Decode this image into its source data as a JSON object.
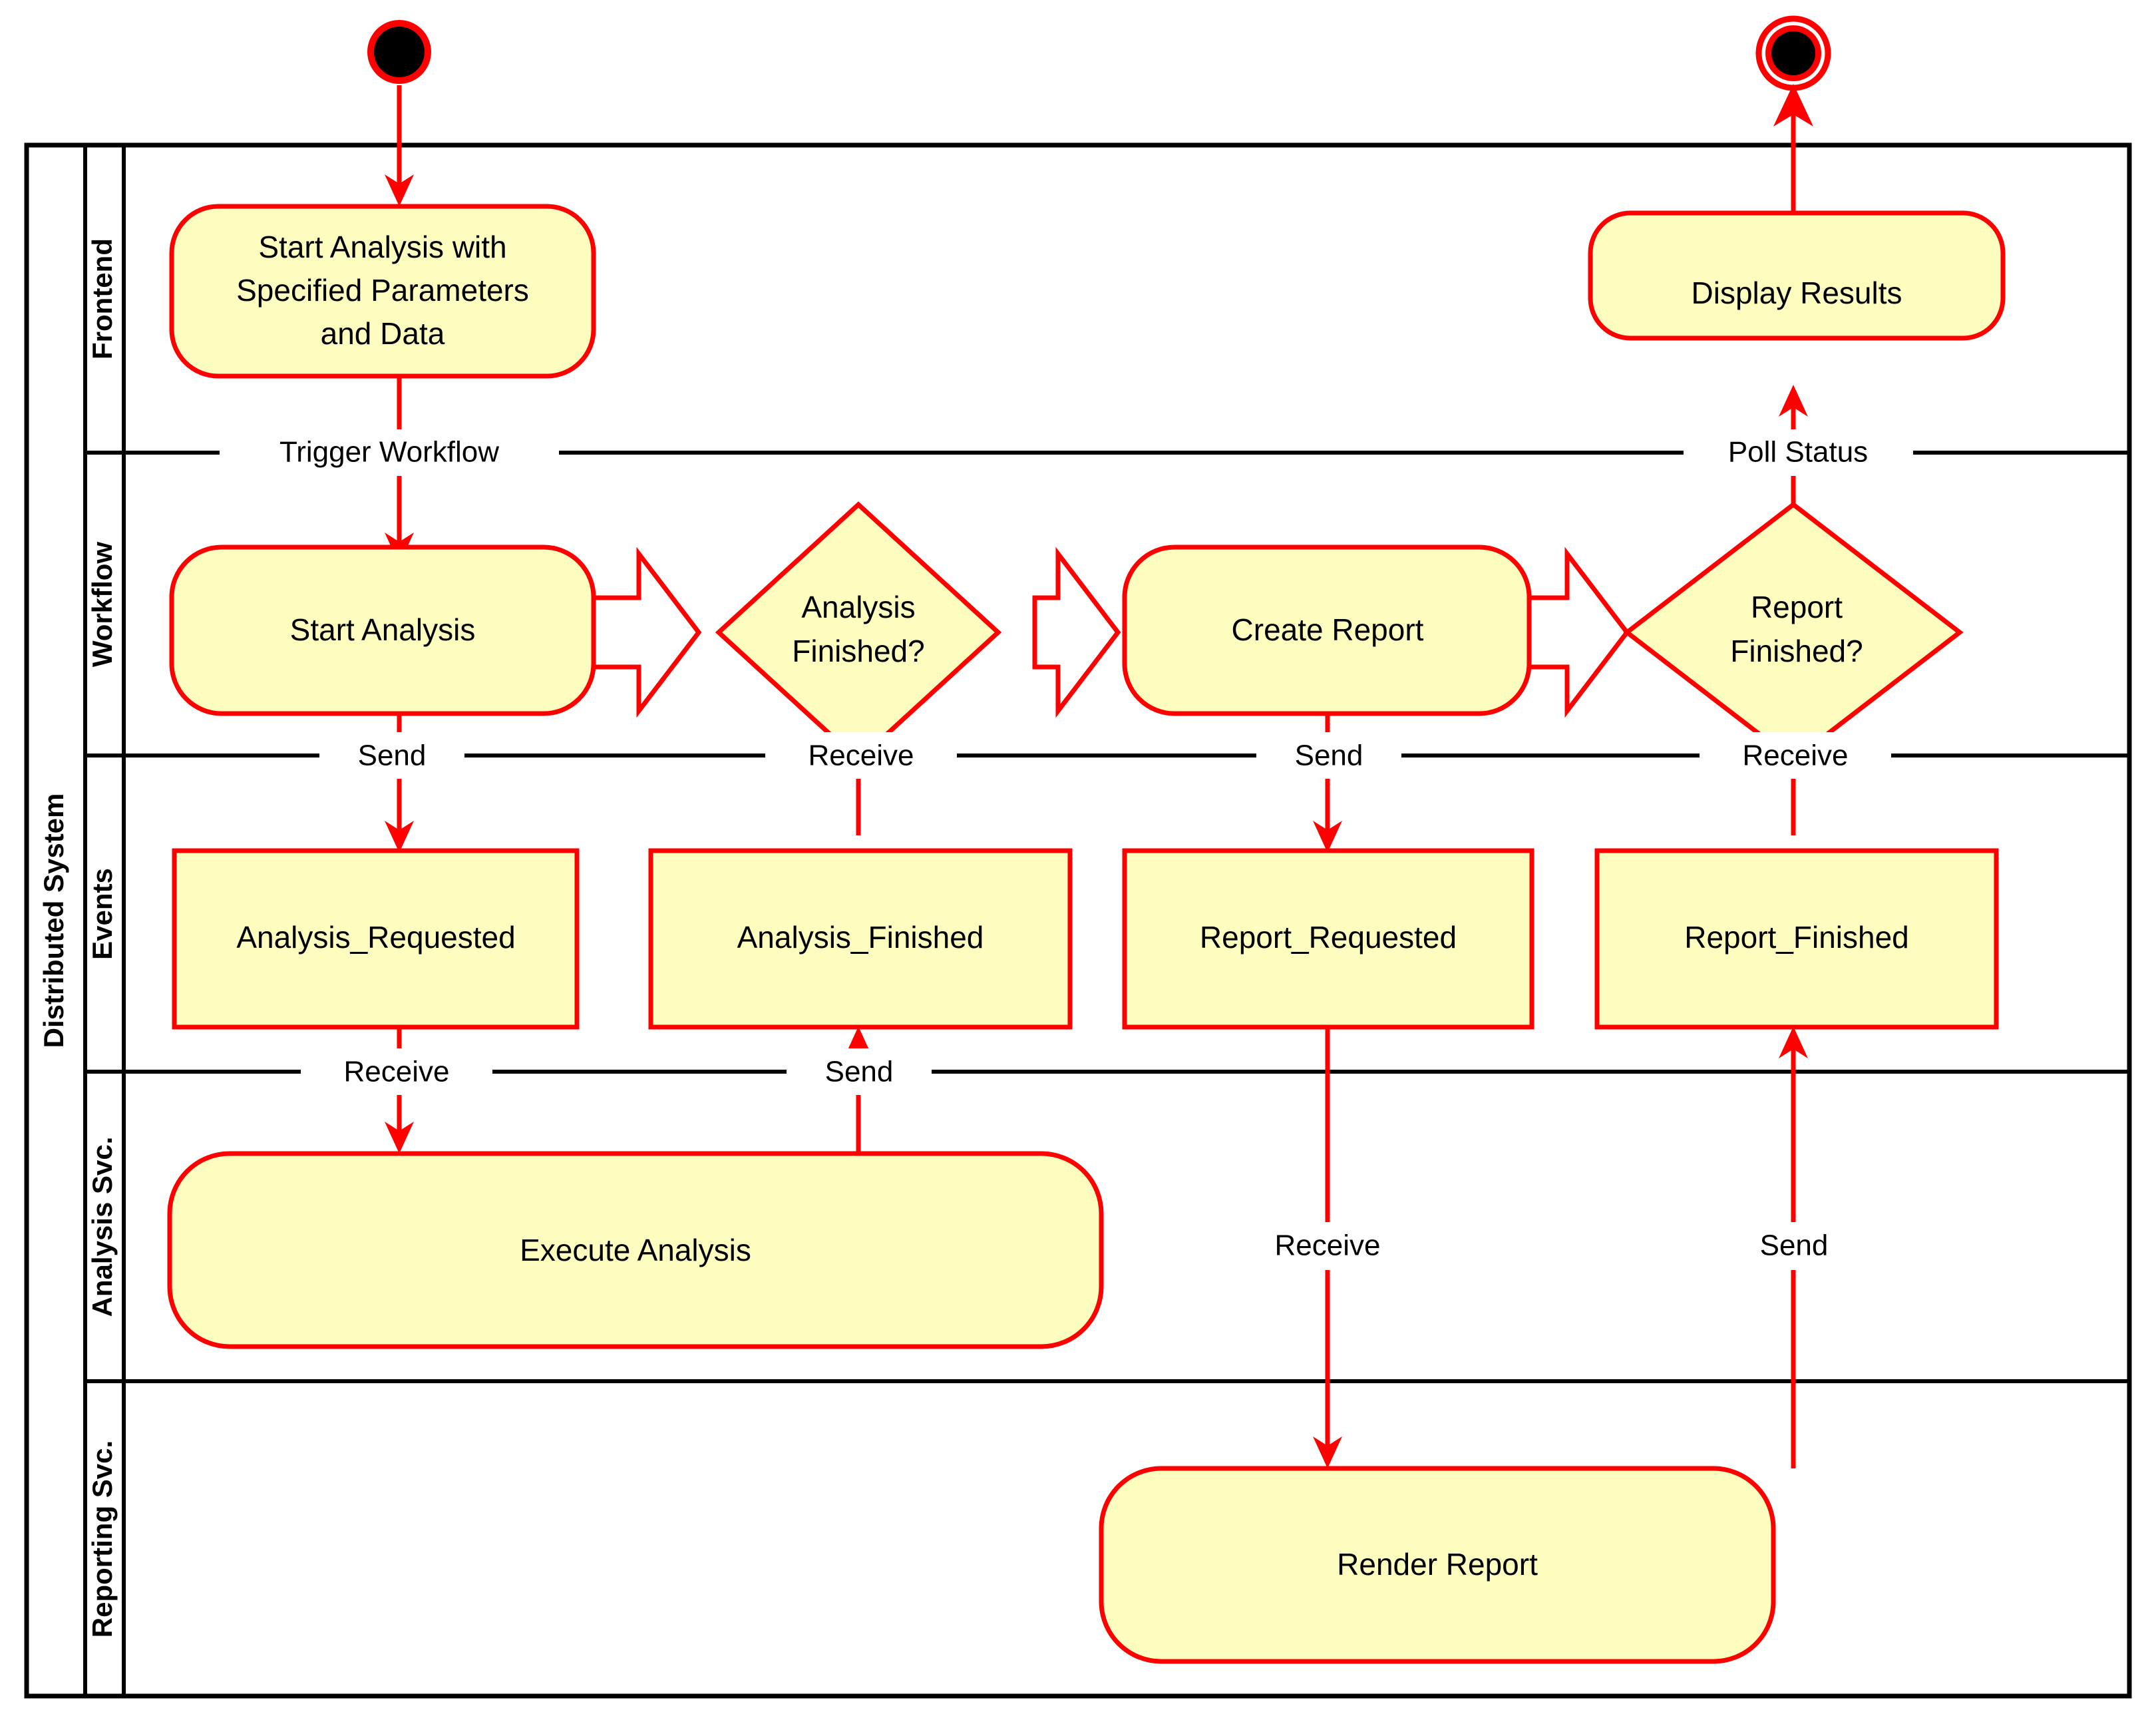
{
  "diagram": {
    "type": "uml-activity-swimlane",
    "pool_label": "Distributed System",
    "palette": {
      "node_fill": "#fdfdc0",
      "node_stroke": "#ff0000",
      "lane_stroke": "#000000",
      "flow_stroke": "#ff0000",
      "text": "#000000",
      "background": "#ffffff"
    },
    "lanes": [
      {
        "id": "frontend",
        "label": "Frontend"
      },
      {
        "id": "workflow",
        "label": "Workflow"
      },
      {
        "id": "events",
        "label": "Events"
      },
      {
        "id": "analysis_svc",
        "label": "Analysis Svc."
      },
      {
        "id": "reporting_svc",
        "label": "Reporting Svc."
      }
    ],
    "nodes": {
      "start": {
        "kind": "initial-node",
        "label": ""
      },
      "end": {
        "kind": "final-node",
        "label": ""
      },
      "start_analysis_params": {
        "kind": "activity",
        "label": "Start Analysis with Specified Parameters and Data",
        "lines": [
          "Start Analysis with",
          "Specified Parameters",
          "and Data"
        ]
      },
      "display_results": {
        "kind": "activity",
        "label": "Display Results",
        "lines": [
          "Display Results"
        ]
      },
      "start_analysis": {
        "kind": "activity",
        "label": "Start Analysis",
        "lines": [
          "Start Analysis"
        ]
      },
      "analysis_finished_q": {
        "kind": "decision",
        "label": "Analysis Finished?",
        "lines": [
          "Analysis",
          "Finished?"
        ]
      },
      "create_report": {
        "kind": "activity",
        "label": "Create Report",
        "lines": [
          "Create Report"
        ]
      },
      "report_finished_q": {
        "kind": "decision",
        "label": "Report Finished?",
        "lines": [
          "Report",
          "Finished?"
        ]
      },
      "analysis_requested": {
        "kind": "event",
        "label": "Analysis_Requested"
      },
      "analysis_finished": {
        "kind": "event",
        "label": "Analysis_Finished"
      },
      "report_requested": {
        "kind": "event",
        "label": "Report_Requested"
      },
      "report_finished": {
        "kind": "event",
        "label": "Report_Finished"
      },
      "execute_analysis": {
        "kind": "activity",
        "label": "Execute Analysis",
        "lines": [
          "Execute Analysis"
        ]
      },
      "render_report": {
        "kind": "activity",
        "label": "Render Report",
        "lines": [
          "Render Report"
        ]
      }
    },
    "edge_labels": {
      "trigger_workflow": "Trigger Workflow",
      "poll_status": "Poll Status",
      "send_1": "Send",
      "receive_1": "Receive",
      "send_2": "Send",
      "receive_2": "Receive",
      "receive_3": "Receive",
      "send_3": "Send",
      "receive_4": "Receive",
      "send_4": "Send"
    }
  }
}
